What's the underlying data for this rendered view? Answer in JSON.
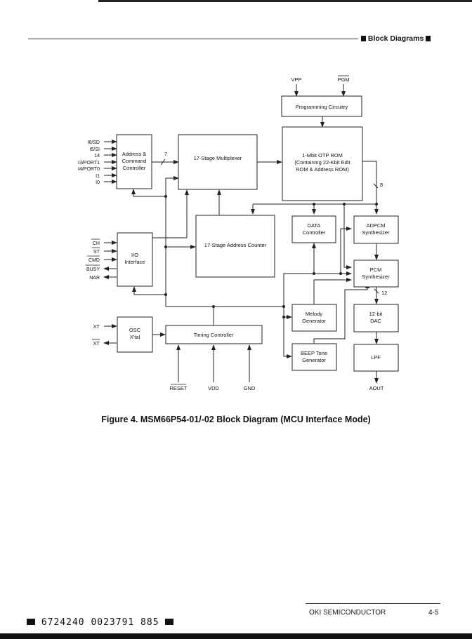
{
  "header": {
    "section_title": "Block Diagrams"
  },
  "diagram": {
    "blocks": {
      "programming": [
        "Programming Circuitry"
      ],
      "rom": [
        "1-Mbit OTP ROM",
        "(Containing 22-Kbit Edit",
        "ROM & Address ROM)"
      ],
      "addr_cmd": [
        "Address &",
        "Command",
        "Controller"
      ],
      "mux": [
        "17-Stage Multiplexer"
      ],
      "io": [
        "I/O",
        "Interface"
      ],
      "counter": [
        "17-Stage Address Counter"
      ],
      "data_ctrl": [
        "DATA",
        "Controller"
      ],
      "adpcm": [
        "ADPCM",
        "Synthesizer"
      ],
      "pcm": [
        "PCM",
        "Synthesizer"
      ],
      "melody": [
        "Melody",
        "Generator"
      ],
      "beep": [
        "BEEP Tone",
        "Generator"
      ],
      "dac": [
        "12-bit",
        "DAC"
      ],
      "lpf": [
        "LPF"
      ],
      "osc": [
        "OSC",
        "X'tal"
      ],
      "timing": [
        "Timing Controller"
      ]
    },
    "pins": {
      "vpp": "VPP",
      "pgm": "PGM",
      "addr_inputs": [
        "I6/SD",
        "I5/SI",
        "14",
        "I3/PORT1",
        "I4/PORT0",
        "I1",
        "I0"
      ],
      "io_inputs": [
        "CH",
        "ST",
        "CMD"
      ],
      "io_outputs": [
        "BUSY",
        "NAR"
      ],
      "xt": "XT",
      "xt_bar": "XT",
      "reset": "RESET",
      "vdd": "VDD",
      "gnd": "GND",
      "aout": "AOUT"
    },
    "bus_widths": {
      "addr_to_mux": "7",
      "rom_out": "8",
      "pcm_to_dac": "12"
    }
  },
  "caption": "Figure 4.  MSM66P54-01/-02 Block Diagram (MCU Interface Mode)",
  "footer": {
    "company": "OKI SEMICONDUCTOR",
    "page": "4-5",
    "barcode_text": "6724240 0023791 885"
  }
}
